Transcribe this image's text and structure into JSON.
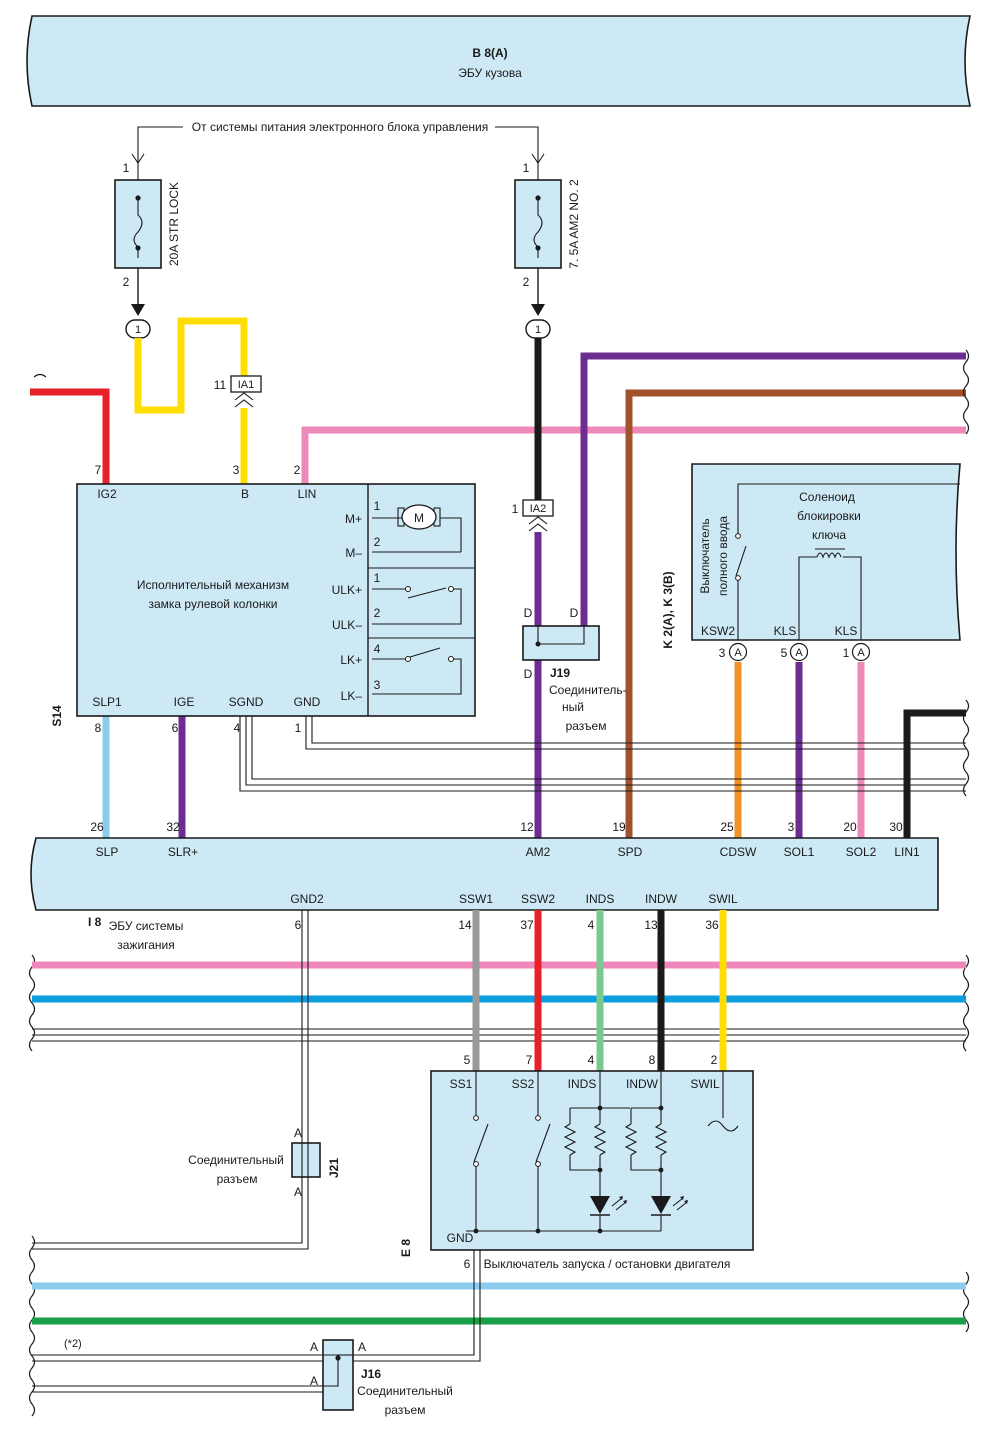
{
  "ecu_body": {
    "code": "B 8(A)",
    "name": "ЭБУ кузова"
  },
  "power_source_label": "От системы питания электронного блока управления",
  "fuses": [
    {
      "label": "20A STR LOCK",
      "pin_top": "1",
      "pin_bottom": "2"
    },
    {
      "label": "7. 5A AM2 NO. 2",
      "pin_top": "1",
      "pin_bottom": "2"
    }
  ],
  "junction_num": "1",
  "connectors": {
    "ia1": {
      "code": "IA1",
      "pin": "11"
    },
    "ia2": {
      "code": "IA2",
      "pin": "1"
    }
  },
  "steering_lock": {
    "code": "S14",
    "name_line1": "Исполнительный механизм",
    "name_line2": "замка рулевой колонки",
    "top_pins": [
      {
        "num": "7",
        "label": "IG2"
      },
      {
        "num": "3",
        "label": "B"
      },
      {
        "num": "2",
        "label": "LIN"
      }
    ],
    "right_pins": [
      {
        "num": "1",
        "label": "M+"
      },
      {
        "num": "2",
        "label": "M–"
      },
      {
        "num": "1",
        "label": "ULK+"
      },
      {
        "num": "2",
        "label": "ULK–"
      },
      {
        "num": "4",
        "label": "LK+"
      },
      {
        "num": "3",
        "label": "LK–"
      }
    ],
    "bottom_pins": [
      {
        "num": "8",
        "label": "SLP1"
      },
      {
        "num": "6",
        "label": "IGE"
      },
      {
        "num": "4",
        "label": "SGND"
      },
      {
        "num": "1",
        "label": "GND"
      }
    ],
    "motor_symbol": "M"
  },
  "j19": {
    "code": "J19",
    "desc_line1": "Соединитель-",
    "desc_line2": "ный",
    "desc_line3": "разъем",
    "pins": [
      "D",
      "D",
      "D"
    ]
  },
  "key_module": {
    "code": "K 2(A), K 3(B)",
    "switch_line1": "Выключатель",
    "switch_line2": "полного ввода",
    "solenoid_line1": "Соленоид",
    "solenoid_line2": "блокировки",
    "solenoid_line3": "ключа",
    "pins": [
      {
        "num": "3",
        "label": "KSW2",
        "conn": "A"
      },
      {
        "num": "5",
        "label": "KLS",
        "conn": "A"
      },
      {
        "num": "1",
        "label": "KLS",
        "conn": "A"
      }
    ]
  },
  "ignition_ecu": {
    "code": "I 8",
    "name_line1": "ЭБУ системы",
    "name_line2": "зажигания",
    "top_pins": [
      {
        "num": "26",
        "label": "SLP"
      },
      {
        "num": "32",
        "label": "SLR+"
      },
      {
        "num": "12",
        "label": "AM2"
      },
      {
        "num": "19",
        "label": "SPD"
      },
      {
        "num": "25",
        "label": "CDSW"
      },
      {
        "num": "3",
        "label": "SOL1"
      },
      {
        "num": "20",
        "label": "SOL2"
      },
      {
        "num": "30",
        "label": "LIN1"
      }
    ],
    "bottom_pins": [
      {
        "num": "6",
        "label": "GND2"
      },
      {
        "num": "14",
        "label": "SSW1"
      },
      {
        "num": "37",
        "label": "SSW2"
      },
      {
        "num": "4",
        "label": "INDS"
      },
      {
        "num": "13",
        "label": "INDW"
      },
      {
        "num": "36",
        "label": "SWIL"
      }
    ]
  },
  "start_switch": {
    "code": "E 8",
    "name": "Выключатель запуска / остановки двигателя",
    "pins": [
      {
        "num": "5",
        "label": "SS1"
      },
      {
        "num": "7",
        "label": "SS2"
      },
      {
        "num": "4",
        "label": "INDS"
      },
      {
        "num": "8",
        "label": "INDW"
      },
      {
        "num": "2",
        "label": "SWIL"
      }
    ],
    "gnd_label": "GND",
    "gnd_pin": "6"
  },
  "j21": {
    "code": "J21",
    "desc_line1": "Соединительный",
    "desc_line2": "разъем",
    "pin_top": "A",
    "pin_bottom": "A"
  },
  "j16": {
    "code": "J16",
    "desc_line1": "Соединительный",
    "desc_line2": "разъем",
    "pin_a1": "A",
    "pin_a2": "A",
    "pin_a3": "A"
  },
  "note_label": "(*2)",
  "colors": {
    "box_fill": "#cde9f6",
    "red": "#e8202a",
    "yellow": "#ffdd00",
    "pink": "#ee88bb",
    "purple": "#6b2d8f",
    "brown": "#a0522d",
    "black": "#1a1a1a",
    "orange": "#f0922a",
    "light_blue": "#8ccdee",
    "blue": "#0d9ee0",
    "gray": "#9a9a9a",
    "light_green": "#7cc98f",
    "green": "#1a9e48"
  }
}
